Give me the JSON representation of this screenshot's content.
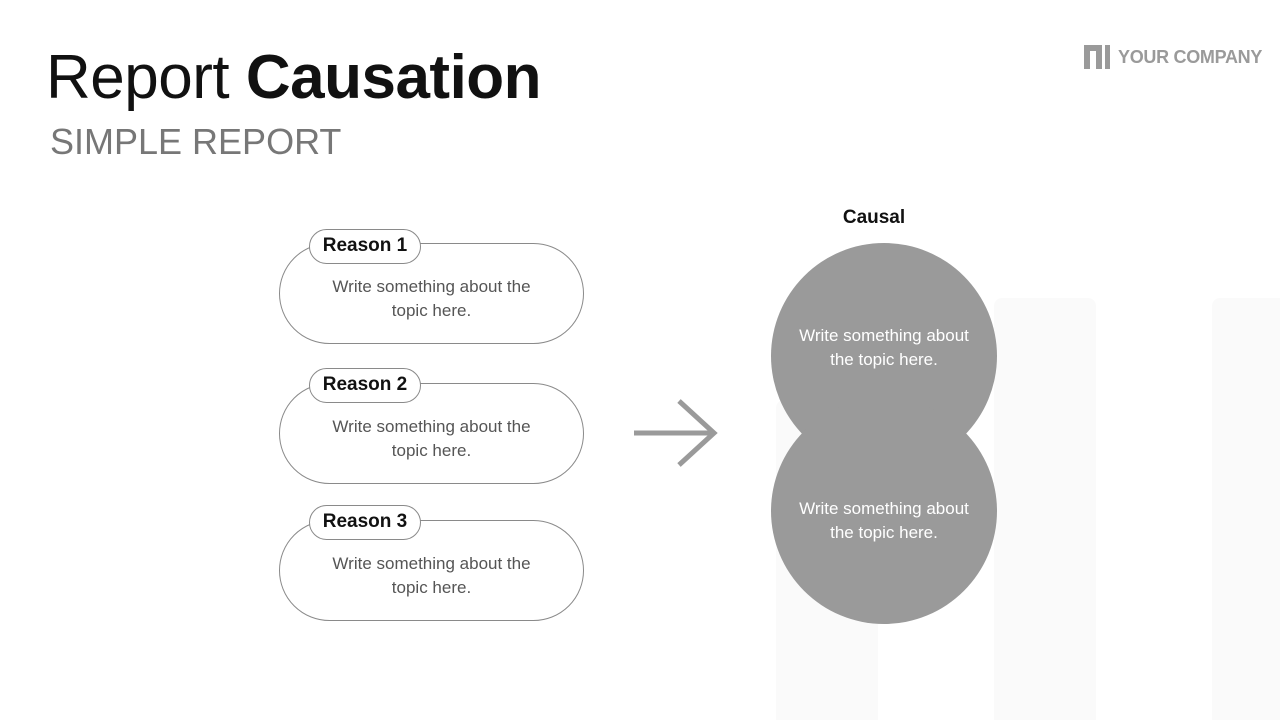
{
  "title": {
    "light": "Report",
    "bold": "Causation"
  },
  "subtitle": "SIMPLE REPORT",
  "logo": {
    "icon": "company-logo-icon",
    "text": "YOUR COMPANY"
  },
  "reasons": [
    {
      "label": "Reason 1",
      "text": "Write something about the topic here."
    },
    {
      "label": "Reason 2",
      "text": "Write something about the topic here."
    },
    {
      "label": "Reason 3",
      "text": "Write something about the topic here."
    }
  ],
  "arrow_icon": "arrow-right-icon",
  "causal": {
    "label": "Causal",
    "items": [
      {
        "text": "Write something about the topic here."
      },
      {
        "text": "Write something about the topic here."
      }
    ]
  },
  "colors": {
    "title": "#111111",
    "subtitle": "#777777",
    "outline": "#8a8a8a",
    "circle_fill": "#9a9a9a",
    "logo": "#9a9a9a"
  }
}
